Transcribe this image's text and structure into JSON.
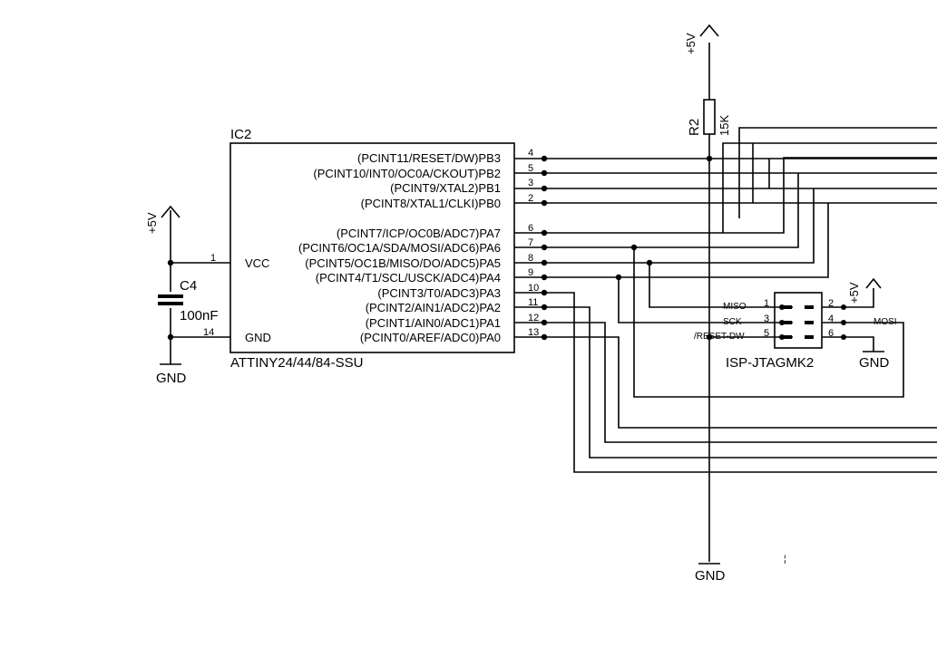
{
  "ic": {
    "name": "IC2",
    "part": "ATTINY24/44/84-SSU",
    "vcc_label": "VCC",
    "gnd_label": "GND",
    "vcc_pin": "1",
    "gnd_pin": "14",
    "pins": [
      {
        "label": "(PCINT11/RESET/DW)PB3",
        "num": "4"
      },
      {
        "label": "(PCINT10/INT0/OC0A/CKOUT)PB2",
        "num": "5"
      },
      {
        "label": "(PCINT9/XTAL2)PB1",
        "num": "3"
      },
      {
        "label": "(PCINT8/XTAL1/CLKI)PB0",
        "num": "2"
      },
      {
        "label": "(PCINT7/ICP/OC0B/ADC7)PA7",
        "num": "6"
      },
      {
        "label": "(PCINT6/OC1A/SDA/MOSI/ADC6)PA6",
        "num": "7"
      },
      {
        "label": "(PCINT5/OC1B/MISO/DO/ADC5)PA5",
        "num": "8"
      },
      {
        "label": "(PCINT4/T1/SCL/USCK/ADC4)PA4",
        "num": "9"
      },
      {
        "label": "(PCINT3/T0/ADC3)PA3",
        "num": "10"
      },
      {
        "label": "(PCINT2/AIN1/ADC2)PA2",
        "num": "11"
      },
      {
        "label": "(PCINT1/AIN0/ADC1)PA1",
        "num": "12"
      },
      {
        "label": "(PCINT0/AREF/ADC0)PA0",
        "num": "13"
      }
    ]
  },
  "capacitor": {
    "name": "C4",
    "value": "100nF"
  },
  "resistor": {
    "name": "R2",
    "value": "15K"
  },
  "power": {
    "vcc": "+5V",
    "gnd": "GND"
  },
  "isp": {
    "name": "ISP-JTAGMK2",
    "miso": "MISO",
    "sck": "SCK",
    "reset": "/RESET-DW",
    "mosi": "MOSI",
    "pin1": "1",
    "pin2": "2",
    "pin3": "3",
    "pin4": "4",
    "pin5": "5",
    "pin6": "6"
  },
  "stray_mark": "¦"
}
